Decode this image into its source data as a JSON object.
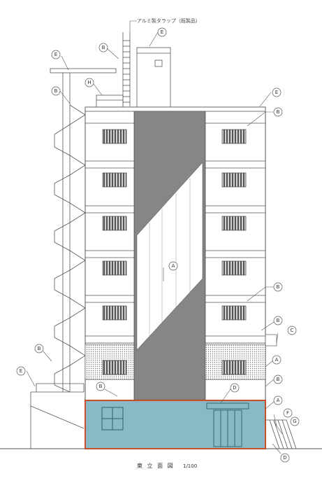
{
  "drawing": {
    "title": "東 立 面 図",
    "scale": "1/100",
    "top_callout": "アルミ製タラップ（既製品）"
  },
  "markers": {
    "a": "A",
    "b": "B",
    "c": "C",
    "d": "D",
    "e": "E",
    "f": "F",
    "g": "G",
    "h": "H"
  },
  "colors": {
    "line": "#555555",
    "hatch": "#888888",
    "highlight_fill": "#5fa3b3",
    "highlight_border": "#c8502a",
    "window_dark": "#6f6f6f"
  }
}
